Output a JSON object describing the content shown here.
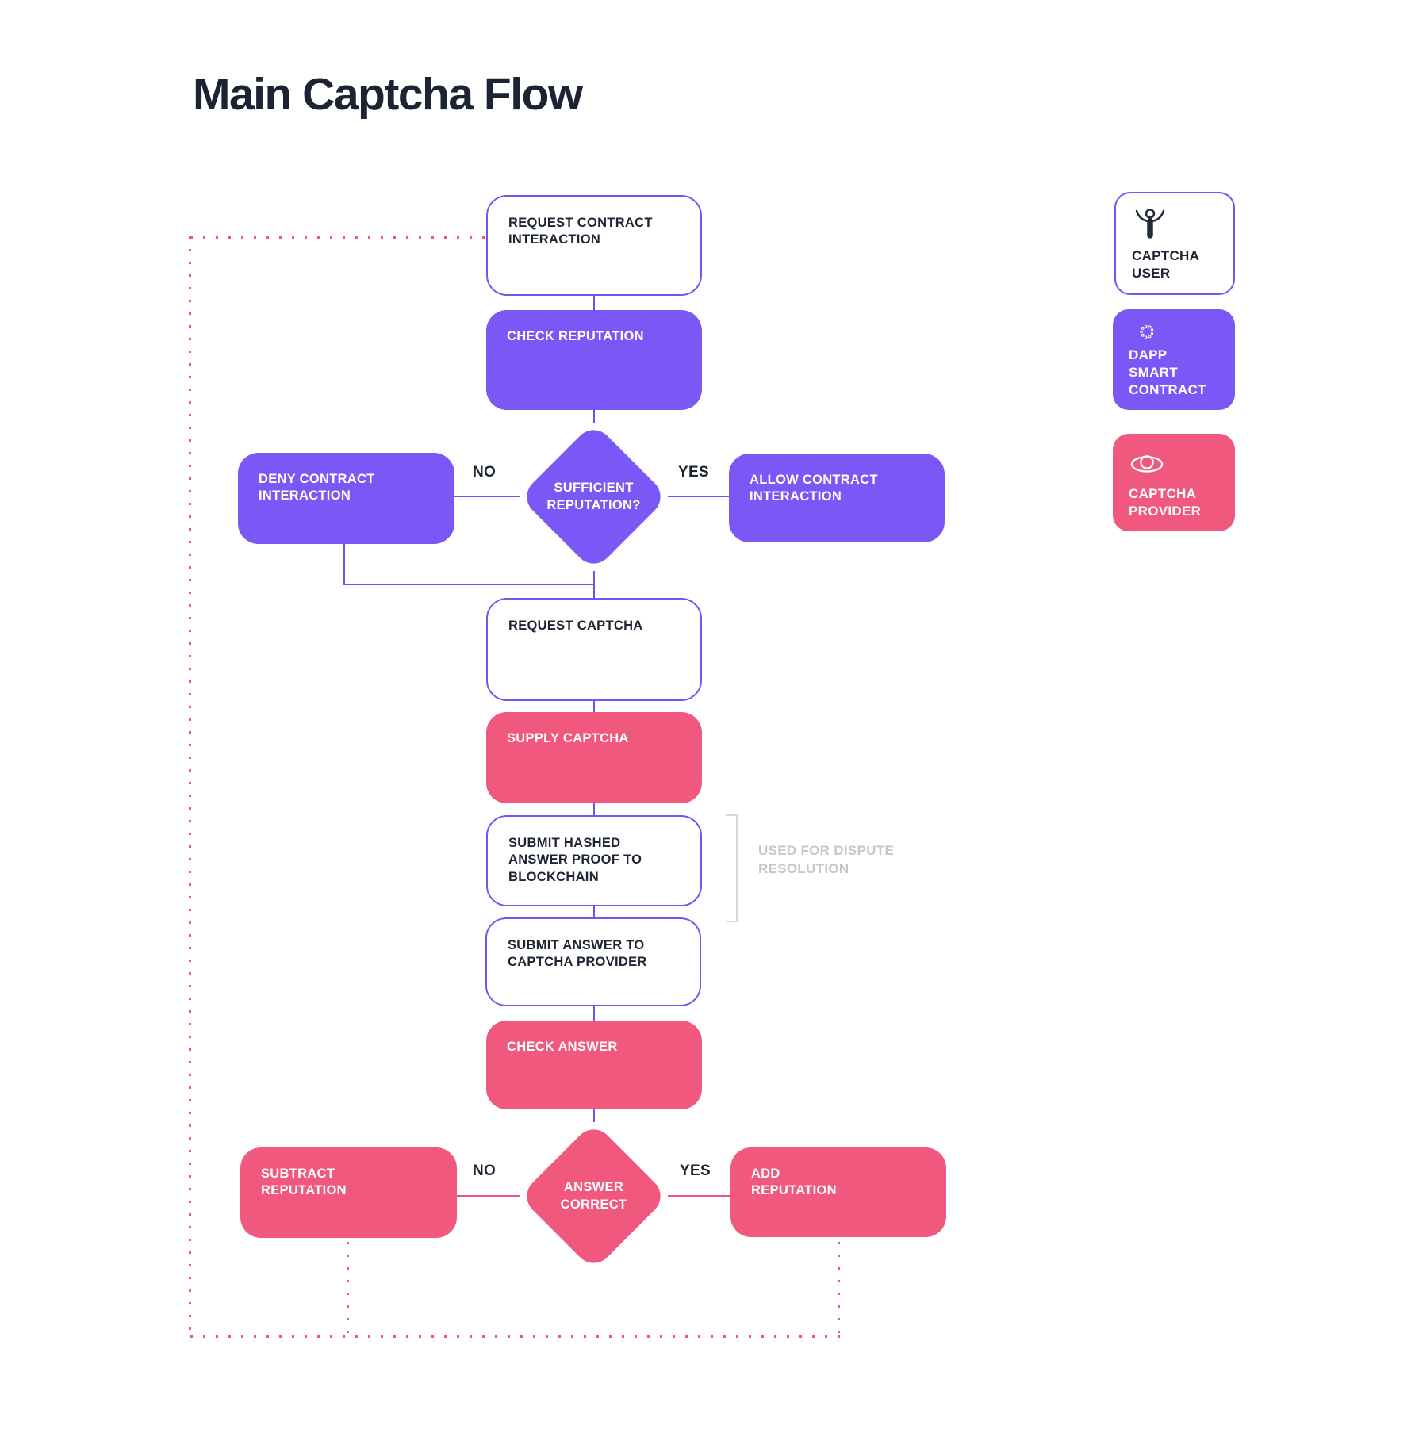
{
  "title": "Main Captcha Flow",
  "colors": {
    "purple_fill": "#7B58F6",
    "purple_line": "#6C55E8",
    "pink_fill": "#F1587E",
    "pink_line": "#F4537B",
    "dark_text": "#1D2533",
    "gray_text": "#C7C7C8",
    "white": "#FFFFFF"
  },
  "nodes": {
    "request_contract": {
      "label": "REQUEST CONTRACT\nINTERACTION"
    },
    "check_reputation": {
      "label": "CHECK REPUTATION"
    },
    "sufficient_reputation": {
      "label": "SUFFICIENT\nREPUTATION?"
    },
    "deny_contract": {
      "label": "DENY CONTRACT\nINTERACTION"
    },
    "allow_contract": {
      "label": "ALLOW CONTRACT\nINTERACTION"
    },
    "request_captcha": {
      "label": "REQUEST CAPTCHA"
    },
    "supply_captcha": {
      "label": "SUPPLY CAPTCHA"
    },
    "submit_hashed": {
      "label": "SUBMIT HASHED\nANSWER PROOF TO\nBLOCKCHAIN"
    },
    "submit_answer": {
      "label": "SUBMIT ANSWER TO\nCAPTCHA PROVIDER"
    },
    "check_answer": {
      "label": "CHECK ANSWER"
    },
    "answer_correct": {
      "label": "ANSWER\nCORRECT"
    },
    "subtract_reputation": {
      "label": "SUBTRACT\nREPUTATION"
    },
    "add_reputation": {
      "label": "ADD\nREPUTATION"
    }
  },
  "edge_labels": {
    "no": "NO",
    "yes": "YES"
  },
  "annotation": {
    "label": "USED FOR DISPUTE\nRESOLUTION"
  },
  "legend": {
    "captcha_user": {
      "label": "CAPTCHA\nUSER",
      "icon": "person-icon"
    },
    "dapp_smart_contract": {
      "label": "DAPP SMART\nCONTRACT",
      "icon": "dotted-circle-icon"
    },
    "captcha_provider": {
      "label": "CAPTCHA\nPROVIDER",
      "icon": "eye-icon"
    }
  }
}
